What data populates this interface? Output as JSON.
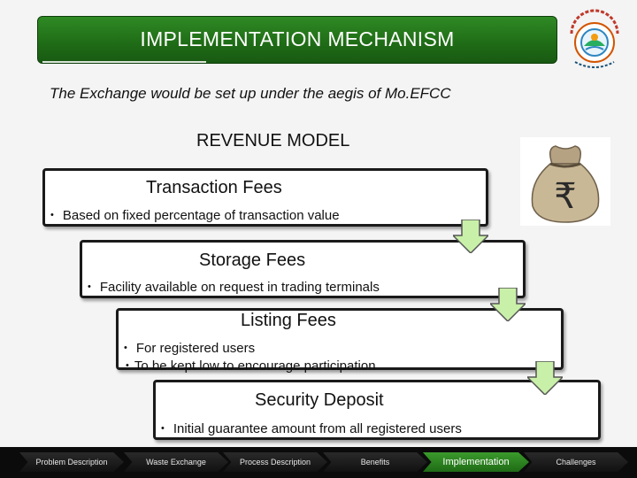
{
  "slide": {
    "title": "IMPLEMENTATION MECHANISM",
    "subtitle": "The Exchange would be set up under the aegis of  Mo.EFCC",
    "section_heading": "REVENUE MODEL"
  },
  "cards": [
    {
      "title": "Transaction Fees",
      "bullets": [
        "Based on fixed percentage of transaction value"
      ]
    },
    {
      "title": "Storage Fees",
      "bullets": [
        "Facility available on request in trading terminals"
      ]
    },
    {
      "title": "Listing Fees",
      "bullets": [
        "For registered users",
        "To be kept low to encourage participation"
      ]
    },
    {
      "title": "Security Deposit",
      "bullets": [
        "Initial guarantee amount from all registered users"
      ]
    }
  ],
  "icons": {
    "logo": "ministry-emblem-icon",
    "moneybag": "rupee-money-bag-icon",
    "arrow": "down-arrow-icon",
    "bullet": "•"
  },
  "nav": {
    "items": [
      "Problem Description",
      "Waste Exchange",
      "Process Description",
      "Benefits",
      "Implementation",
      "Challenges"
    ],
    "active": "Implementation"
  },
  "colors": {
    "title_green": "#1f6b16",
    "arrow_fill": "#c9f0a8",
    "nav_bg": "#0b0b0b"
  }
}
